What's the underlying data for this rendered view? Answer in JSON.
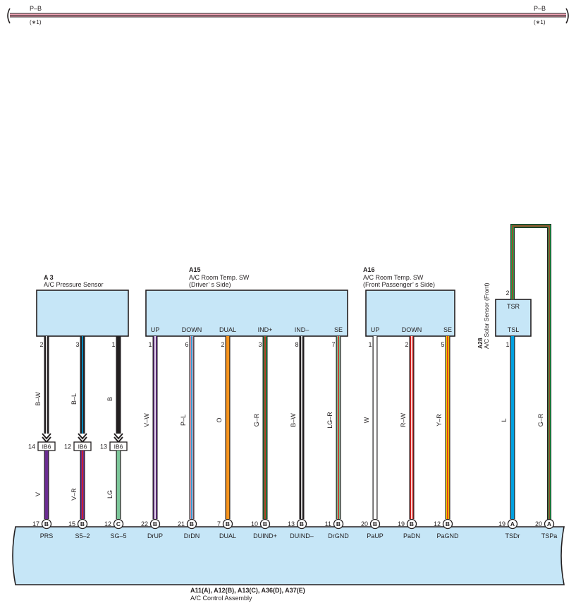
{
  "top_wire": {
    "color_label_left": "P–B",
    "note_left": "(∗1)",
    "color_label_right": "P–B",
    "note_right": "(∗1)"
  },
  "components": {
    "a3": {
      "code": "A 3",
      "name": "A/C Pressure Sensor"
    },
    "a15": {
      "code": "A15",
      "name": "A/C Room Temp.  SW",
      "sub": "(Driver’ s Side)",
      "terminals": [
        "UP",
        "DOWN",
        "DUAL",
        "IND+",
        "IND–",
        "SE"
      ]
    },
    "a16": {
      "code": "A16",
      "name": "A/C Room Temp.  SW",
      "sub": "(Front Passenger’ s Side)",
      "terminals": [
        "UP",
        "DOWN",
        "SE"
      ]
    },
    "a28": {
      "code": "A28",
      "name": "A/C Solar Sensor (Front)",
      "terminals": [
        "TSR",
        "TSL"
      ]
    }
  },
  "ecu": {
    "codes": "A11(A), A12(B), A13(C), A36(D), A37(E)",
    "name": "A/C Control Assembly"
  },
  "wires": [
    {
      "id": "prs",
      "top_pin": "2",
      "upper_color": "B–W",
      "junction_pin": "14",
      "junction": "IB6",
      "lower_color": "V",
      "bottom_pin": "17",
      "connector": "B",
      "terminal": "PRS"
    },
    {
      "id": "s5",
      "top_pin": "3",
      "upper_color": "B–L",
      "junction_pin": "12",
      "junction": "IB6",
      "lower_color": "V–R",
      "bottom_pin": "15",
      "connector": "B",
      "terminal": "S5–2"
    },
    {
      "id": "sg5",
      "top_pin": "1",
      "upper_color": "B",
      "junction_pin": "13",
      "junction": "IB6",
      "lower_color": "LG",
      "bottom_pin": "12",
      "connector": "C",
      "terminal": "SG–5"
    },
    {
      "id": "drup",
      "top_pin": "1",
      "upper_color": "V–W",
      "bottom_pin": "22",
      "connector": "B",
      "terminal": "DrUP"
    },
    {
      "id": "drdn",
      "top_pin": "6",
      "upper_color": "P–L",
      "bottom_pin": "21",
      "connector": "B",
      "terminal": "DrDN"
    },
    {
      "id": "dual",
      "top_pin": "2",
      "upper_color": "O",
      "bottom_pin": "7",
      "connector": "B",
      "terminal": "DUAL"
    },
    {
      "id": "duindp",
      "top_pin": "3",
      "upper_color": "G–R",
      "bottom_pin": "10",
      "connector": "B",
      "terminal": "DUIND+"
    },
    {
      "id": "duindm",
      "top_pin": "8",
      "upper_color": "B–W",
      "bottom_pin": "13",
      "connector": "B",
      "terminal": "DUIND–"
    },
    {
      "id": "drgnd",
      "top_pin": "7",
      "upper_color": "LG–R",
      "bottom_pin": "11",
      "connector": "B",
      "terminal": "DrGND"
    },
    {
      "id": "paup",
      "top_pin": "1",
      "upper_color": "W",
      "bottom_pin": "20",
      "connector": "B",
      "terminal": "PaUP"
    },
    {
      "id": "padn",
      "top_pin": "2",
      "upper_color": "R–W",
      "bottom_pin": "19",
      "connector": "B",
      "terminal": "PaDN"
    },
    {
      "id": "pagnd",
      "top_pin": "5",
      "upper_color": "Y–R",
      "bottom_pin": "12",
      "connector": "B",
      "terminal": "PaGND"
    },
    {
      "id": "tsdr",
      "top_pin": "1",
      "upper_color": "L",
      "bottom_pin": "19",
      "connector": "A",
      "terminal": "TSDr"
    },
    {
      "id": "tspa",
      "top_pin": "2",
      "upper_color": "G–R",
      "bottom_pin": "20",
      "connector": "A",
      "terminal": "TSPa"
    }
  ],
  "wire_colors": {
    "B": "#231f20",
    "W": "#ffffff",
    "V": "#6a2c91",
    "L": "#00a0e0",
    "R": "#e0201c",
    "G": "#1a9b48",
    "O": "#f7941d",
    "P": "#f4a6b8",
    "LG": "#7cc79a",
    "Y": "#ffd400"
  }
}
